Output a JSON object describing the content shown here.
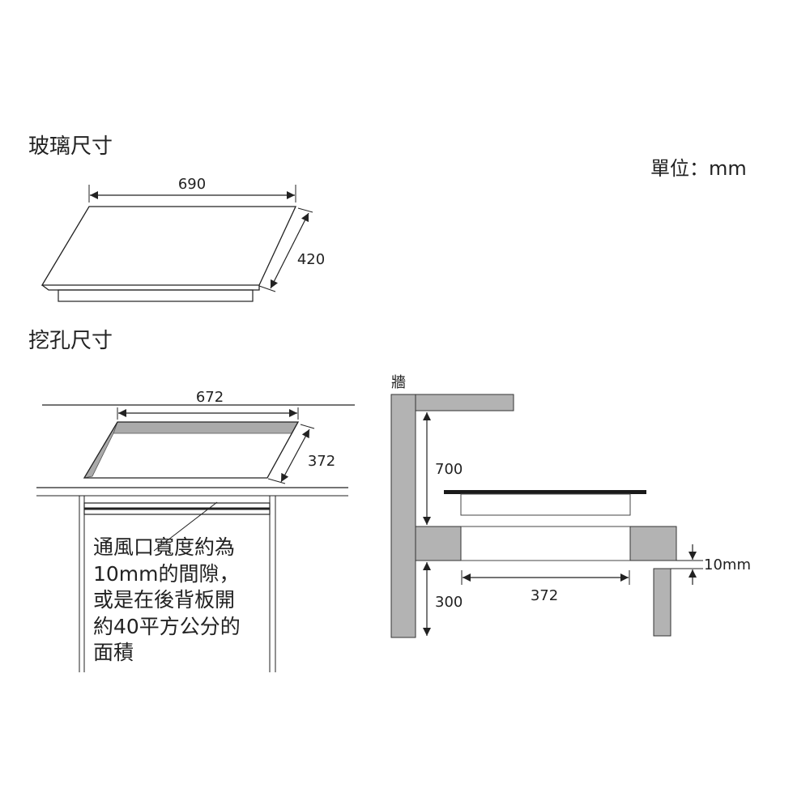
{
  "titles": {
    "glass_size": "玻璃尺寸",
    "cutout_size": "挖孔尺寸",
    "unit": "單位：mm"
  },
  "glass": {
    "width": "690",
    "depth": "420"
  },
  "cutout": {
    "width": "672",
    "depth": "372"
  },
  "side_view": {
    "wall_label": "牆",
    "height_above": "700",
    "height_below": "300",
    "opening": "372",
    "gap": "10mm"
  },
  "ventilation_note": "通風口寬度約為\n10mm的間隙，\n或是在後背板開\n約40平方公分的\n面積",
  "colors": {
    "line": "#222222",
    "wall_fill": "#b3b3b3",
    "cooktop": "#1a1a1a"
  }
}
